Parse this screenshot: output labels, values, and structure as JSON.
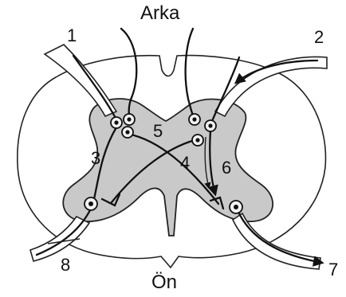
{
  "labels": {
    "dorsal": "Arka",
    "ventral": "Ön",
    "n1": "1",
    "n2": "2",
    "n3": "3",
    "n4": "4",
    "n5": "5",
    "n6": "6",
    "n7": "7",
    "n8": "8"
  },
  "colors": {
    "gray_matter": "#c9c9c9",
    "outline": "#222222",
    "fiber": "#111111"
  }
}
